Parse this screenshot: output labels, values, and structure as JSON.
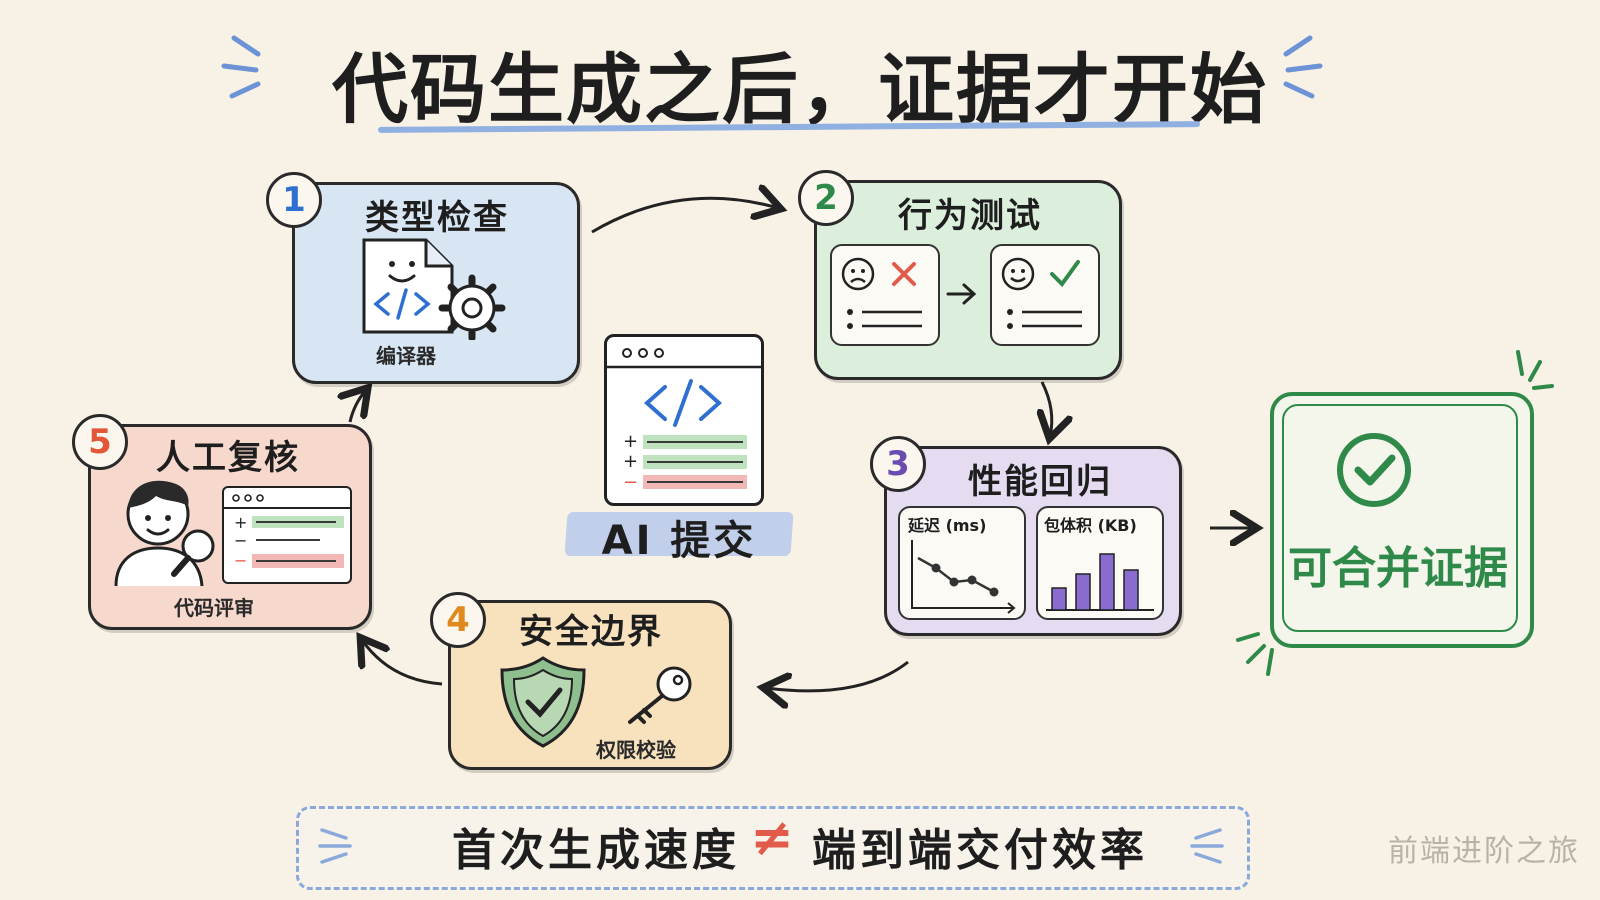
{
  "title": "代码生成之后，证据才开始",
  "center": {
    "label": "AI 提交"
  },
  "steps": [
    {
      "number": "1",
      "title": "类型检查",
      "sublabel": "编译器"
    },
    {
      "number": "2",
      "title": "行为测试"
    },
    {
      "number": "3",
      "title": "性能回归",
      "panel_left": "延迟 (ms)",
      "panel_right": "包体积 (KB)"
    },
    {
      "number": "4",
      "title": "安全边界",
      "sublabel": "权限校验"
    },
    {
      "number": "5",
      "title": "人工复核",
      "sublabel": "代码评审"
    }
  ],
  "final": {
    "label": "可合并证据"
  },
  "bottom": {
    "left": "首次生成速度",
    "symbol": "≠",
    "right": "端到端交付效率"
  },
  "watermark": "前端进阶之旅",
  "colors": {
    "step1": "#d8e6f3",
    "step2": "#dcefdc",
    "step3": "#e6dcf1",
    "step4": "#f8e1bd",
    "step5": "#f6d8cc",
    "final": "#2f8a4a",
    "diff_add": "#bfe3bf",
    "diff_del": "#f2b8b5",
    "accent_blue": "#2f6fcf",
    "ne_red": "#e25a4a"
  }
}
